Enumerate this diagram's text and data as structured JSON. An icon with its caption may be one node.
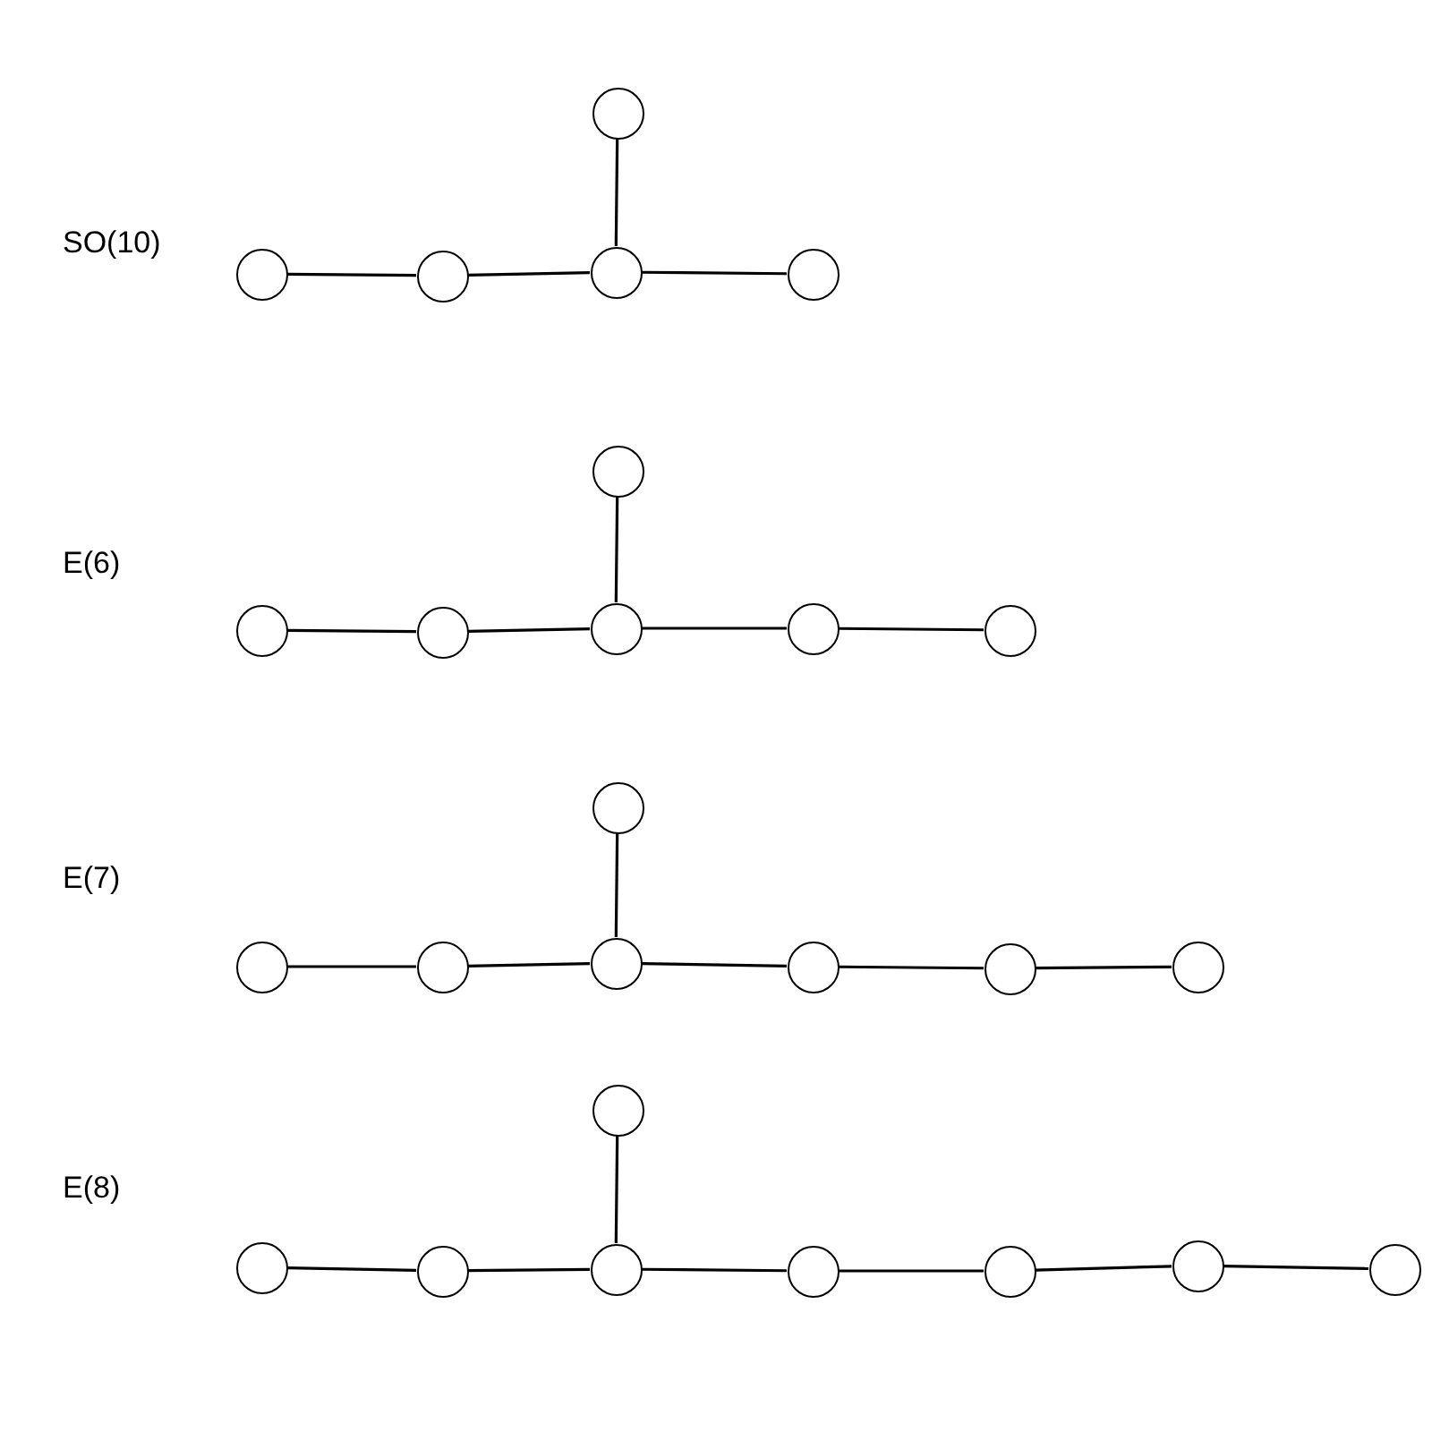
{
  "diagram": {
    "nodes": [
      {
        "text": [],
        "shape": "circle"
      },
      {
        "text": [],
        "shape": "circle"
      },
      {
        "text": [],
        "shape": "circle"
      },
      {
        "text": [],
        "shape": "circle"
      },
      {
        "text": [],
        "shape": "circle"
      },
      {
        "text": [],
        "shape": "circle"
      },
      {
        "text": [],
        "shape": "circle"
      },
      {
        "text": [],
        "shape": "circle"
      },
      {
        "text": [],
        "shape": "circle"
      },
      {
        "text": [],
        "shape": "circle"
      },
      {
        "text": [],
        "shape": "circle"
      },
      {
        "text": [],
        "shape": "circle"
      },
      {
        "text": [],
        "shape": "circle"
      },
      {
        "text": [],
        "shape": "circle"
      },
      {
        "text": [],
        "shape": "circle"
      },
      {
        "text": [],
        "shape": "circle"
      },
      {
        "text": [],
        "shape": "circle"
      },
      {
        "text": [],
        "shape": "circle"
      },
      {
        "text": [],
        "shape": "circle"
      },
      {
        "text": [],
        "shape": "circle"
      },
      {
        "text": [],
        "shape": "circle"
      },
      {
        "text": [],
        "shape": "circle"
      },
      {
        "text": [],
        "shape": "circle"
      },
      {
        "text": [],
        "shape": "circle"
      },
      {
        "text": [],
        "shape": "circle"
      },
      {
        "text": [],
        "shape": "circle"
      }
    ],
    "edges": [
      {
        "from": 0,
        "to": 3,
        "arrow": "none"
      },
      {
        "from": 1,
        "to": 2,
        "arrow": "none"
      },
      {
        "from": 2,
        "to": 3,
        "arrow": "none"
      },
      {
        "from": 3,
        "to": 4,
        "arrow": "none"
      },
      {
        "from": 5,
        "to": 8,
        "arrow": "none"
      },
      {
        "from": 6,
        "to": 7,
        "arrow": "none"
      },
      {
        "from": 7,
        "to": 8,
        "arrow": "none"
      },
      {
        "from": 8,
        "to": 9,
        "arrow": "none"
      },
      {
        "from": 9,
        "to": 10,
        "arrow": "none"
      },
      {
        "from": 11,
        "to": 14,
        "arrow": "none"
      },
      {
        "from": 12,
        "to": 13,
        "arrow": "none"
      },
      {
        "from": 13,
        "to": 14,
        "arrow": "none"
      },
      {
        "from": 14,
        "to": 15,
        "arrow": "none"
      },
      {
        "from": 15,
        "to": 16,
        "arrow": "none"
      },
      {
        "from": 16,
        "to": 17,
        "arrow": "none"
      },
      {
        "from": 18,
        "to": 21,
        "arrow": "none"
      },
      {
        "from": 19,
        "to": 20,
        "arrow": "none"
      },
      {
        "from": 20,
        "to": 21,
        "arrow": "none"
      },
      {
        "from": 21,
        "to": 22,
        "arrow": "none"
      },
      {
        "from": 22,
        "to": 23,
        "arrow": "none"
      },
      {
        "from": 23,
        "to": 24,
        "arrow": "none"
      },
      {
        "from": 24,
        "to": 25,
        "arrow": "none"
      }
    ],
    "labels": [
      "SO(10)",
      "E(6)",
      "E(7)",
      "E(8)"
    ]
  }
}
